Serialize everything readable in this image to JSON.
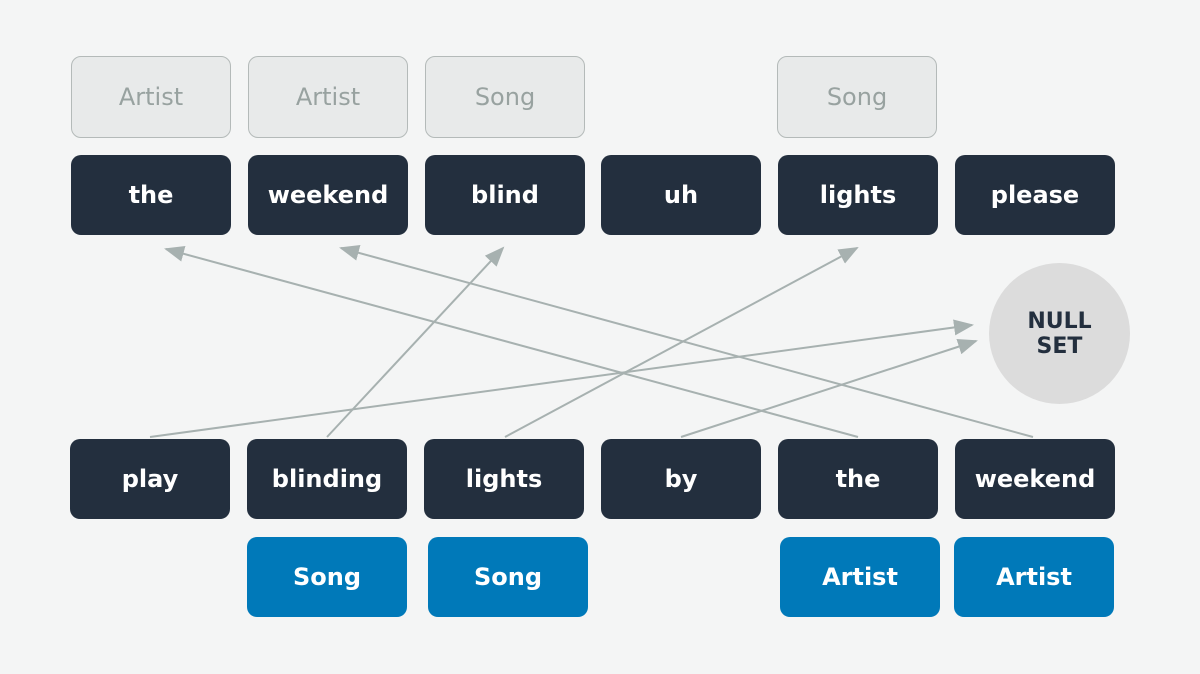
{
  "target_tags": [
    "Artist",
    "Artist",
    "Song",
    "",
    "Song",
    ""
  ],
  "target_tokens": [
    "the",
    "weekend",
    "blind",
    "uh",
    "lights",
    "please"
  ],
  "null_set": [
    "NULL",
    "SET"
  ],
  "source_tokens": [
    "play",
    "blinding",
    "lights",
    "by",
    "the",
    "weekend"
  ],
  "source_tags": [
    "",
    "Song",
    "Song",
    "",
    "Artist",
    "Artist"
  ],
  "colors": {
    "token_bg": "#232f3e",
    "gray_tag_bg": "#e8eaea",
    "gray_tag_text": "#98a2a0",
    "blue_tag_bg": "#0079b9",
    "arrow": "#a7b1b0",
    "null_bg": "#dcdcdc"
  }
}
